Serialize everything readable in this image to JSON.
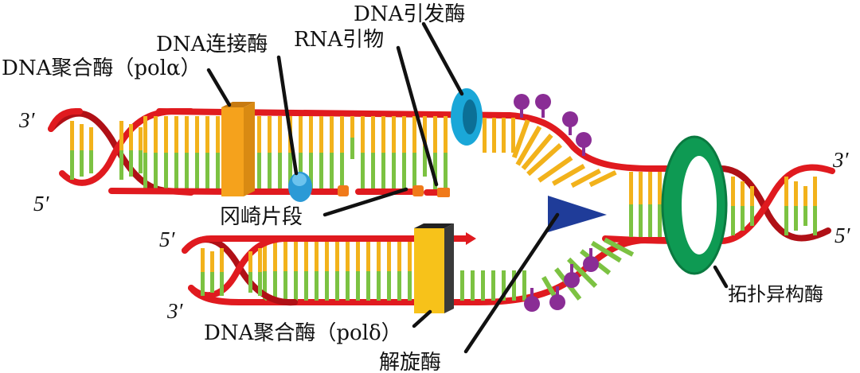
{
  "labels": {
    "dna_primase": "DNA引发酶",
    "dna_ligase": "DNA连接酶",
    "rna_primer": "RNA引物",
    "dna_pol_alpha": "DNA聚合酶（polα）",
    "okazaki": "冈崎片段",
    "topoisomerase": "拓扑异构酶",
    "helicase": "解旋酶",
    "dna_pol_delta": "DNA聚合酶（polδ）"
  },
  "ends": {
    "top_left_3": "3′",
    "top_left_5": "5′",
    "bottom_left_5": "5′",
    "bottom_left_3": "3′",
    "right_3": "3′",
    "right_5": "5′"
  },
  "colors": {
    "strand": "#e01a1f",
    "base_yellow": "#f2b21b",
    "base_green": "#7cc242",
    "polymerase_alpha": "#f5a21c",
    "polymerase_delta": "#f7c21a",
    "primase": "#1aa7d8",
    "ligase": "#2b9ad6",
    "primer": "#f07a1a",
    "helicase": "#1f3c99",
    "topoisomerase": "#0e9a53",
    "ssb_protein": "#8a2d95"
  }
}
